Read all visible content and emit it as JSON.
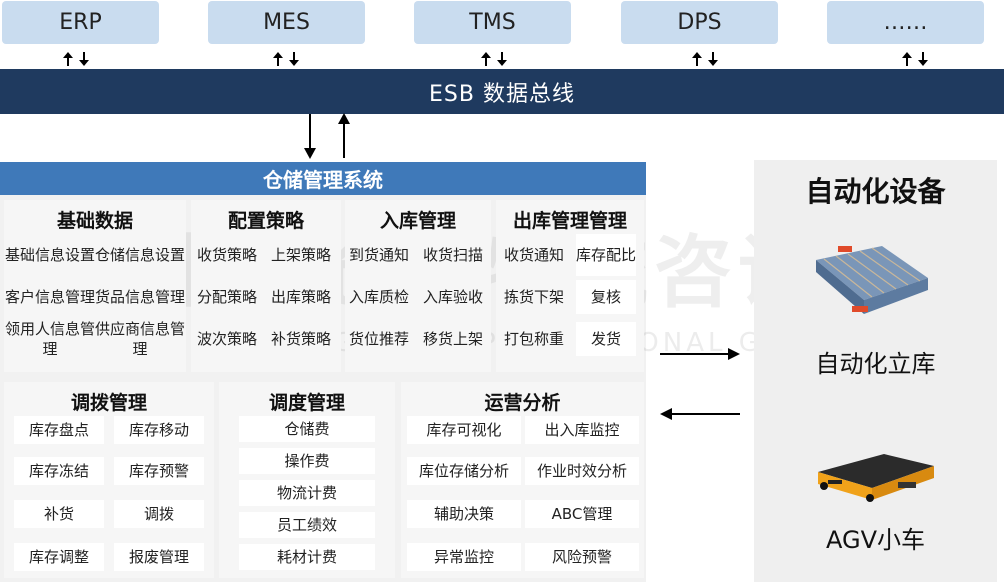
{
  "top_systems": [
    "ERP",
    "MES",
    "TMS",
    "DPS",
    "……"
  ],
  "esb": {
    "label": "ESB  数据总线"
  },
  "wms": {
    "title": "仓储管理系统",
    "sections": {
      "base_data": {
        "title": "基础数据",
        "items": [
          [
            "基础信息设置",
            "仓储信息设置"
          ],
          [
            "客户信息管理",
            "货品信息管理"
          ],
          [
            "领用人信息管理",
            "供应商信息管理"
          ]
        ]
      },
      "strategy": {
        "title": "配置策略",
        "items": [
          [
            "收货策略",
            "上架策略"
          ],
          [
            "分配策略",
            "出库策略"
          ],
          [
            "波次策略",
            "补货策略"
          ]
        ]
      },
      "inbound": {
        "title": "入库管理",
        "items": [
          [
            "到货通知",
            "收货扫描"
          ],
          [
            "入库质检",
            "入库验收"
          ],
          [
            "货位推荐",
            "移货上架"
          ]
        ]
      },
      "outbound": {
        "title": "出库管理管理",
        "items": [
          [
            "收货通知",
            "库存配比"
          ],
          [
            "拣货下架",
            "复核"
          ],
          [
            "打包称重",
            "发货"
          ]
        ]
      },
      "transfer": {
        "title": "调拨管理",
        "items": [
          [
            "库存盘点",
            "库存移动"
          ],
          [
            "库存冻结",
            "库存预警"
          ],
          [
            "补货",
            "调拨"
          ],
          [
            "库存调整",
            "报废管理"
          ]
        ]
      },
      "dispatch": {
        "title": "调度管理",
        "items": [
          "仓储费",
          "操作费",
          "物流计费",
          "员工绩效",
          "耗材计费"
        ]
      },
      "analytics": {
        "title": "运营分析",
        "items": [
          [
            "库存可视化",
            "出入库监控"
          ],
          [
            "库位存储分析",
            "作业时效分析"
          ],
          [
            "辅助决策",
            "ABC管理"
          ],
          [
            "异常监控",
            "风险预警"
          ]
        ]
      }
    }
  },
  "automation": {
    "title": "自动化设备",
    "warehouse_label": "自动化立库",
    "agv_label": "AGV小车"
  },
  "colors": {
    "esb_bar": "#1f3a5f",
    "wms_title_bar": "#3f79b9",
    "top_box": "#c9dcef"
  }
}
